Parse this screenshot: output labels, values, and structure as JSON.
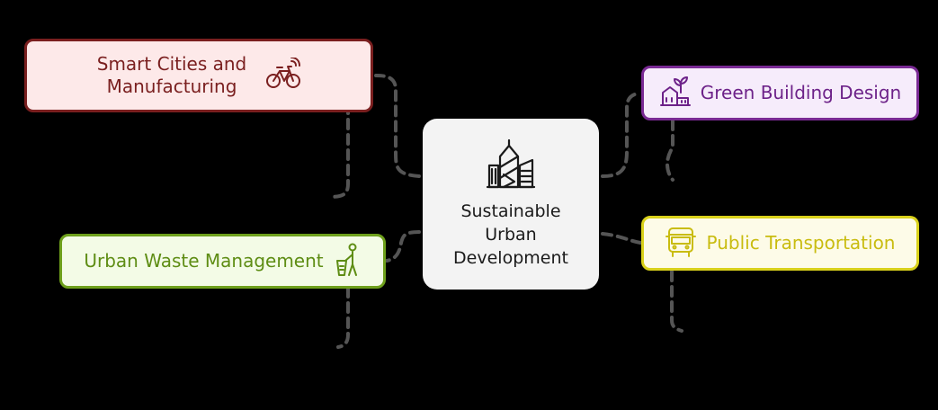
{
  "center": {
    "label": [
      "Sustainable",
      "Urban",
      "Development"
    ],
    "icon": "city-buildings-icon"
  },
  "branches": {
    "smart_cities": {
      "label": [
        "Smart Cities and",
        "Manufacturing"
      ],
      "icon": "smart-bicycle-icon",
      "color": "#7a1f1f",
      "fill": "#fde9e9"
    },
    "green_building": {
      "label": "Green Building Design",
      "icon": "green-building-icon",
      "color": "#7a2a94",
      "fill": "#f6ecfb"
    },
    "waste": {
      "label": "Urban Waste Management",
      "icon": "recycling-person-icon",
      "color": "#6ea01c",
      "fill": "#f3fbe6"
    },
    "transport": {
      "label": "Public Transportation",
      "icon": "bus-icon",
      "color": "#d9d11b",
      "fill": "#fdfbe8"
    }
  },
  "connector_color": "#555555"
}
